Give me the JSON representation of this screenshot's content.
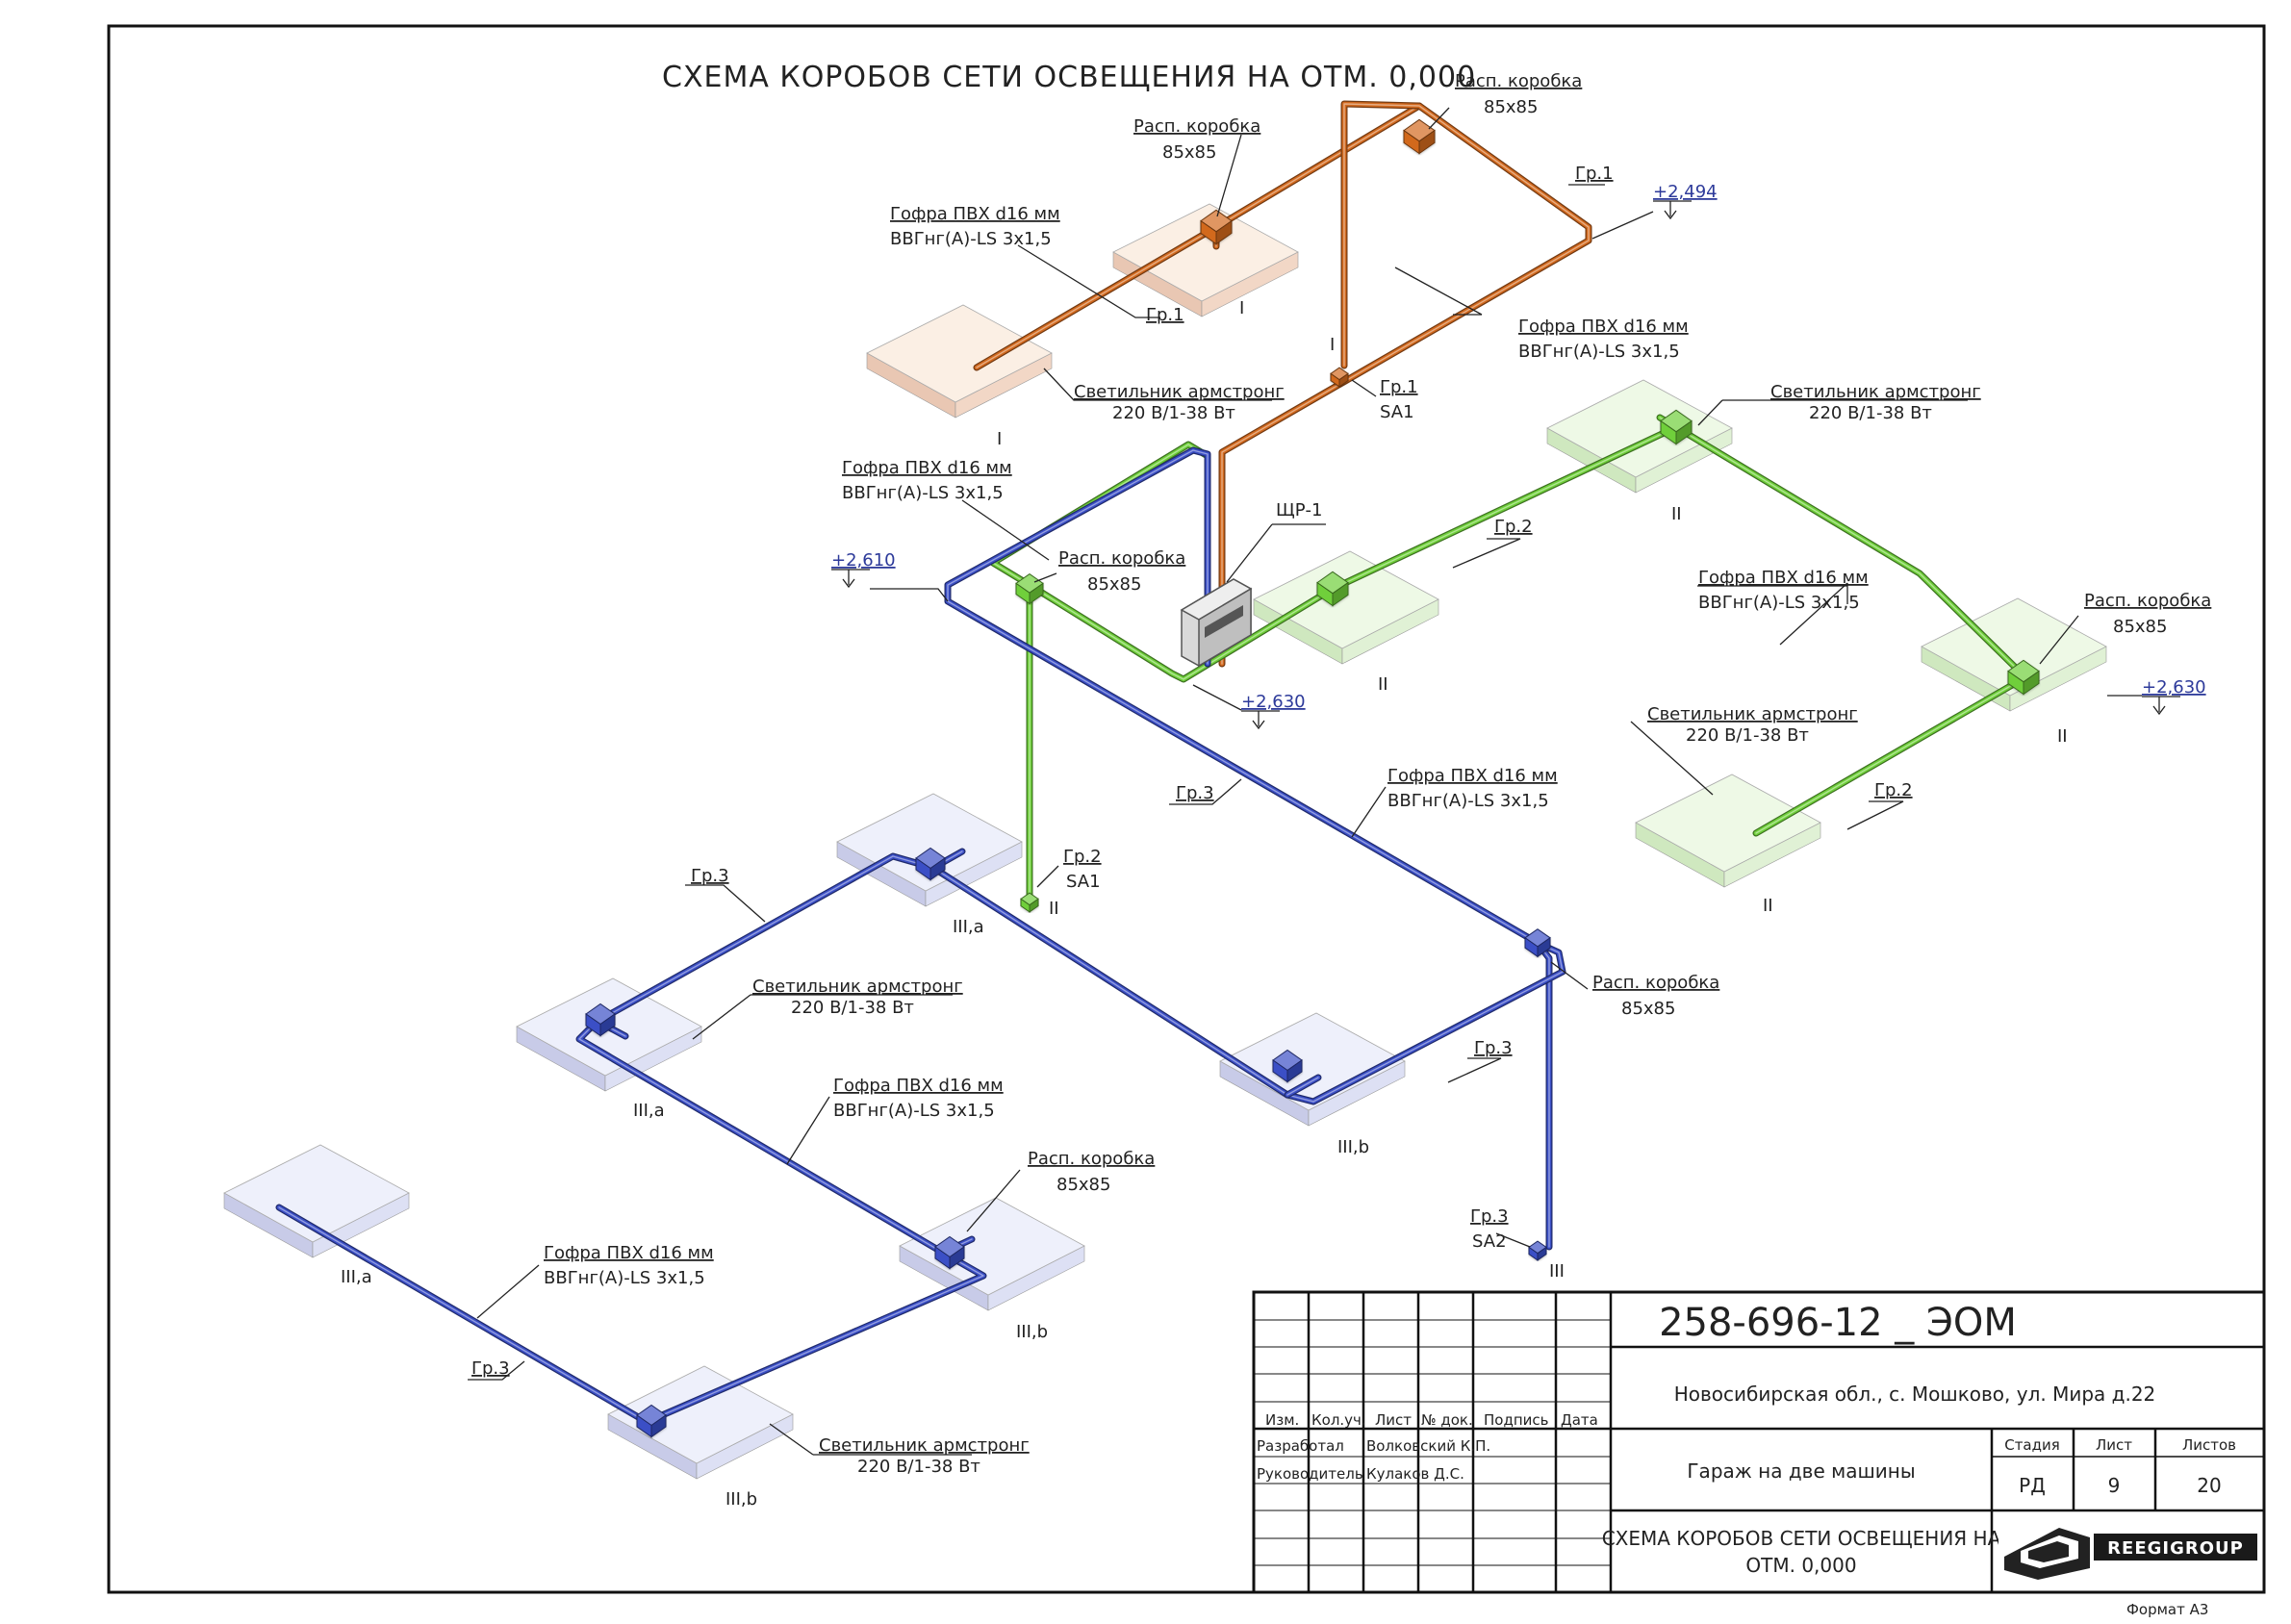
{
  "drawing": {
    "title": "СХЕМА КОРОБОВ СЕТИ ОСВЕЩЕНИЯ НА ОТМ. 0,000",
    "format_label": "Формат А3"
  },
  "labels": {
    "junction_box": "Расп. коробка",
    "junction_size": "85х85",
    "conduit": "Гофра ПВХ d16 мм",
    "cable": "ВВГнг(А)-LS 3x1,5",
    "luminaire": "Светильник армстронг",
    "luminaire_spec": "220 В/1-38 Вт",
    "panel": "ЩР-1",
    "switch": "SA1",
    "switch2": "SA2"
  },
  "groups": {
    "g1": "Гр.1",
    "g2": "Гр.2",
    "g3": "Гр.3"
  },
  "group_colors": {
    "g1": "#d2691e",
    "g2": "#6fcf3a",
    "g3": "#3b4fc6"
  },
  "elevations": {
    "e1": "+2,494",
    "e2": "+2,610",
    "e3": "+2,630",
    "e4": "+2,630"
  },
  "marks": {
    "I": "I",
    "II": "II",
    "III": "III",
    "IIIa": "III,a",
    "IIIb": "III,b"
  },
  "title_block": {
    "doc_code": "258-696-12 _ ЭОМ",
    "address": "Новосибирская обл., с. Мошково, ул. Мира д.22",
    "object": "Гараж на две машины",
    "sheet_title": "СХЕМА КОРОБОВ СЕТИ ОСВЕЩЕНИЯ НА ОТМ. 0,000",
    "col_headers": [
      "Изм.",
      "Кол.уч.",
      "Лист",
      "№ док.",
      "Подпись",
      "Дата"
    ],
    "roles": [
      {
        "role": "Разработал",
        "name": "Волковский К.П."
      },
      {
        "role": "Руководитель",
        "name": "Кулаков Д.С."
      }
    ],
    "stage_header": "Стадия",
    "sheet_header": "Лист",
    "sheets_header": "Листов",
    "stage": "РД",
    "sheet": "9",
    "sheets": "20",
    "company": "REEGIGROUP"
  }
}
